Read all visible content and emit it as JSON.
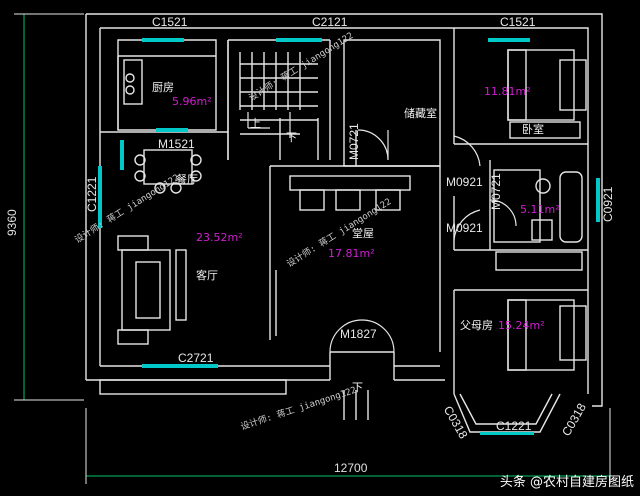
{
  "dimensions": {
    "overall_width": "12700",
    "overall_depth": "9360"
  },
  "window_codes": {
    "top_left": "C1521",
    "top_mid": "C2121",
    "top_right": "C1521",
    "left": "C1221",
    "right": "C0921",
    "bottom_left": "C2721",
    "bay_left": "C0318",
    "bay_mid": "C1221",
    "bay_right": "C0318"
  },
  "door_codes": {
    "dining": "M1521",
    "storage": "M0721",
    "bedroom_upper": "M0921",
    "bathroom": "M0721",
    "bedroom_lower": "M0921",
    "entrance": "M1827"
  },
  "rooms": {
    "kitchen": {
      "name": "厨房",
      "area": "5.96m²"
    },
    "dining": {
      "name": "餐厅"
    },
    "living": {
      "name": "客厅",
      "area": "23.52m²"
    },
    "hall": {
      "name": "堂屋",
      "area": "17.81m²"
    },
    "storage": {
      "name": "储藏室"
    },
    "bedroom": {
      "name": "卧室",
      "area": "11.81m²"
    },
    "bathroom": {
      "area": "5.11m²"
    },
    "parents": {
      "name": "父母房",
      "area": "15.24m²"
    }
  },
  "stairs": {
    "up": "上",
    "down": "下"
  },
  "entry_step": "下",
  "watermark": "设计师: 蒋工 jiangong122",
  "footer": "头条 @农村自建房图纸",
  "colors": {
    "wall": "#e6e6e6",
    "window": "#00c8c8",
    "area_text": "#d21ed2",
    "background": "#000000"
  }
}
